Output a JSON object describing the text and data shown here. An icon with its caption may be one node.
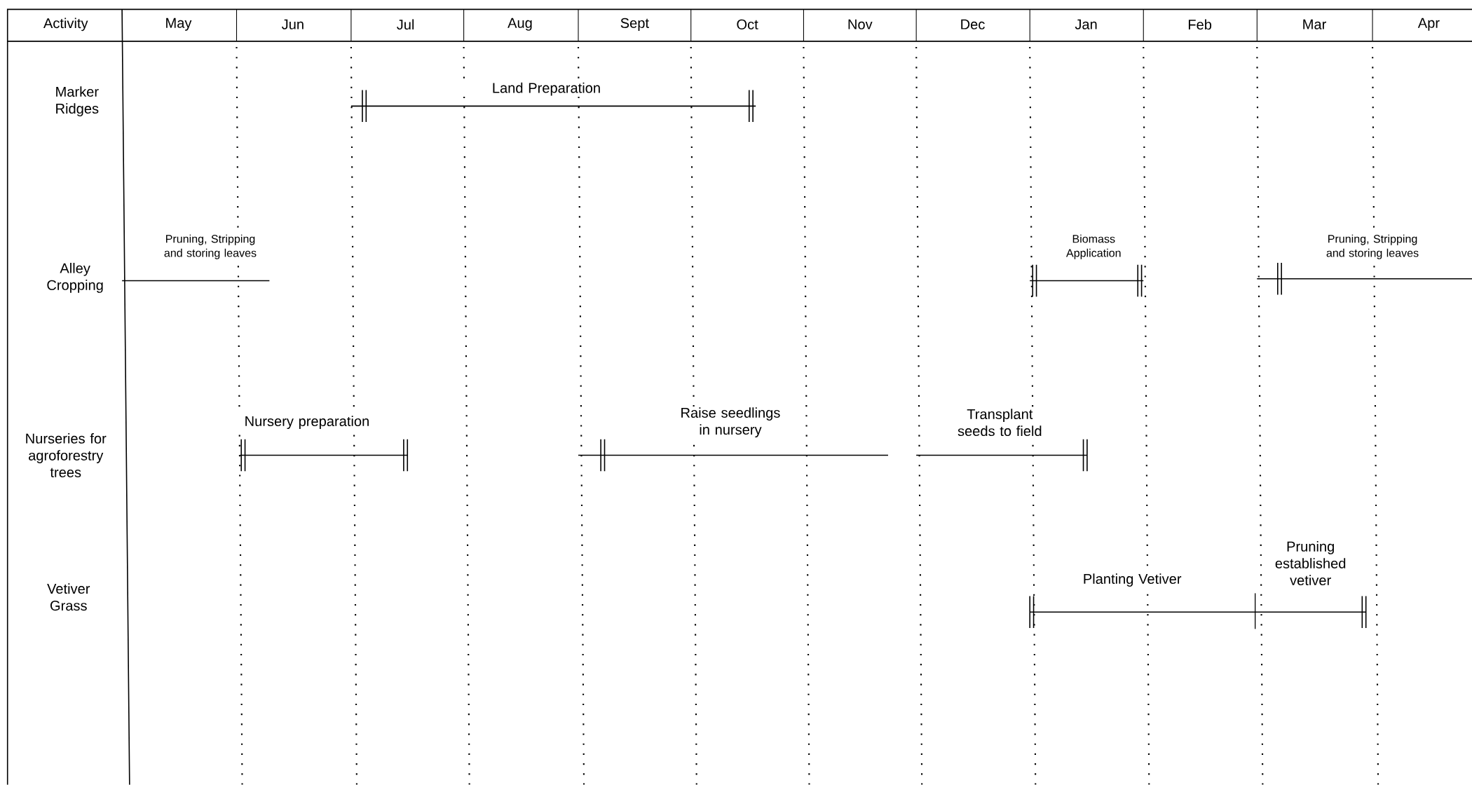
{
  "diagram": {
    "labels": [
      "Activity",
      "May",
      "Jun",
      "Jul",
      "Aug",
      "Sept",
      "Oct",
      "Nov",
      "Dec",
      "Jan",
      "Feb",
      "Mar",
      "Apr",
      "Marker Ridges",
      "Land Preparation",
      "Pruning, Stripping and storing leaves",
      "Biomass Application",
      "Pruning, Stripping and storing leaves",
      "Alley Cropping",
      "Nursery preparation",
      "Raise seedlings in nursery",
      "Transplant seeds to field",
      "Nurseries for agroforestry trees",
      "Pruning established vetiver",
      "Planting Vetiver",
      "Vetiver Grass"
    ]
  }
}
